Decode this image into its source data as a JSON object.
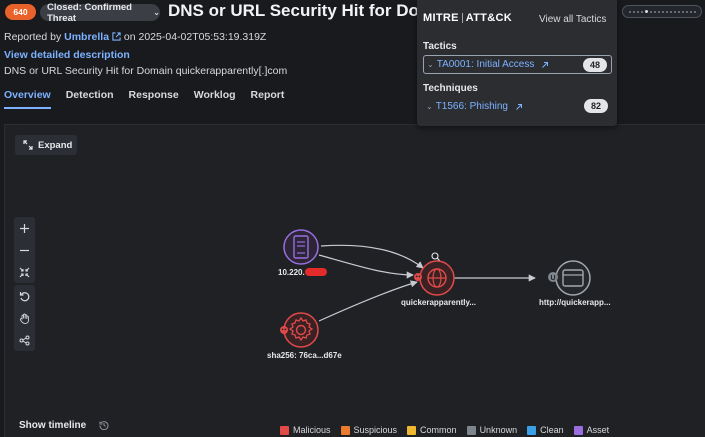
{
  "header": {
    "score": "640",
    "status": "Closed: Confirmed Threat",
    "title": "DNS or URL Security Hit for Domain quickerapparently[.]com",
    "reported_prefix": "Reported by",
    "reporter": "Umbrella",
    "reported_on": "on 2025-04-02T05:53:19.319Z",
    "view_description": "View detailed description",
    "description": "DNS or URL Security Hit for Domain quickerapparently[.]com"
  },
  "tabs": [
    "Overview",
    "Detection",
    "Response",
    "Worklog",
    "Report"
  ],
  "active_tab": "Overview",
  "mitre": {
    "logo_left": "MITRE",
    "logo_right": "ATT&CK",
    "view_all": "View all Tactics",
    "tactics_label": "Tactics",
    "techniques_label": "Techniques",
    "tactic": {
      "label": "TA0001: Initial Access",
      "count": "48"
    },
    "technique": {
      "label": "T1566: Phishing",
      "count": "82"
    }
  },
  "graph": {
    "expand_label": "Expand",
    "show_timeline": "Show timeline",
    "nodes": {
      "host": {
        "label": "10.220.",
        "icon": "server-icon"
      },
      "hash": {
        "label": "sha256: 76ca...d67e",
        "icon": "gear-icon"
      },
      "domain": {
        "label": "quickerapparently...",
        "icon": "globe-icon"
      },
      "url": {
        "label": "http://quickerapp...",
        "icon": "browser-window-icon"
      }
    }
  },
  "legend": [
    {
      "label": "Malicious",
      "color": "#e24a4a"
    },
    {
      "label": "Suspicious",
      "color": "#ec7a2f"
    },
    {
      "label": "Common",
      "color": "#f0b731"
    },
    {
      "label": "Unknown",
      "color": "#7f858d"
    },
    {
      "label": "Clean",
      "color": "#3aa0e8"
    },
    {
      "label": "Asset",
      "color": "#9b6ee0"
    }
  ]
}
